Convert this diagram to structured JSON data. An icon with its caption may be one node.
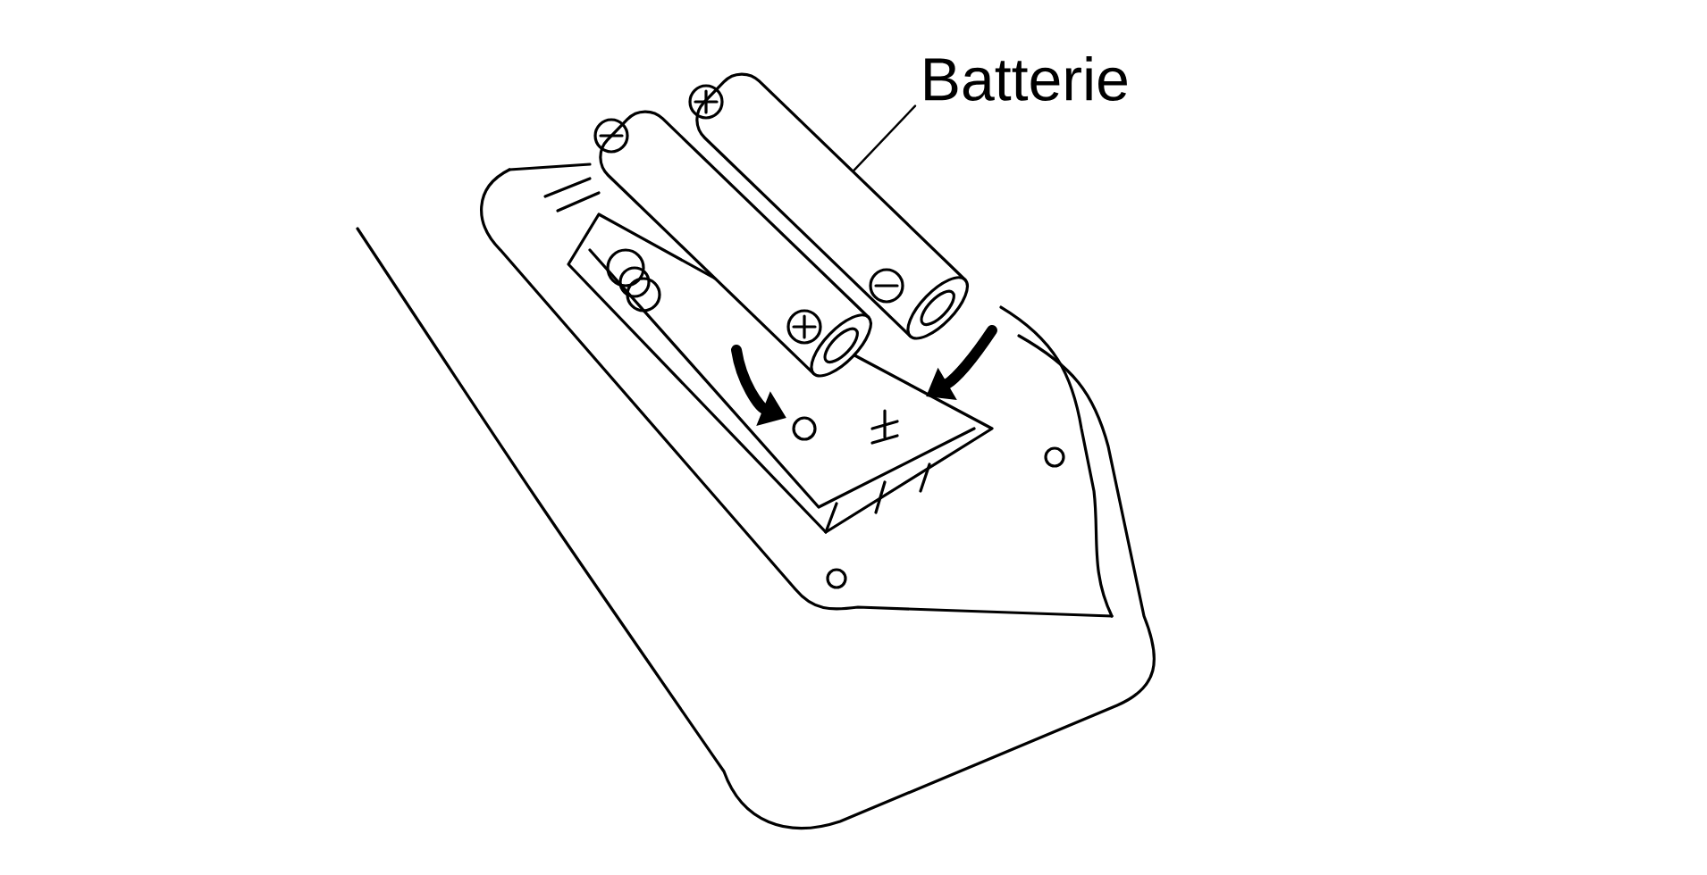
{
  "diagram": {
    "nodes": [
      {
        "text": [
          "Batterie"
        ]
      },
      {
        "text": [],
        "shape": "picture"
      }
    ],
    "edges": [
      {
        "from": 0,
        "to": 1,
        "arrow": "none"
      }
    ]
  }
}
